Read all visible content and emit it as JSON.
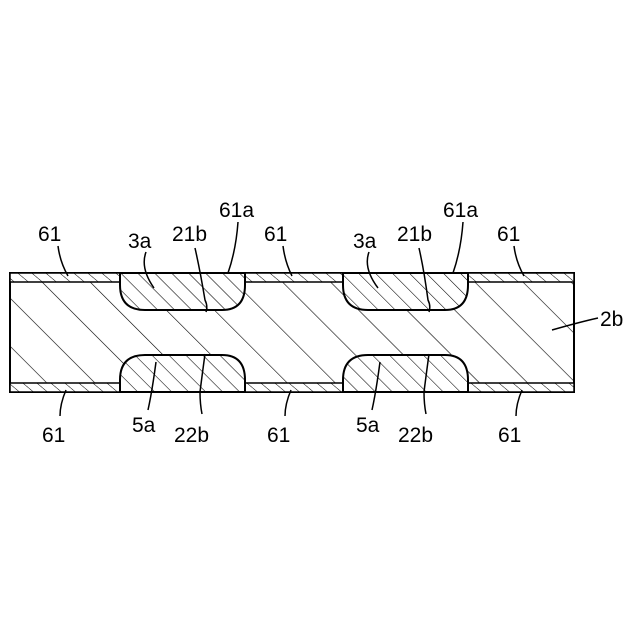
{
  "labels": {
    "top_61_a": "61",
    "top_3a_a": "3a",
    "top_21b_a": "21b",
    "top_61a_a": "61a",
    "top_61_b": "61",
    "top_3a_b": "3a",
    "top_21b_b": "21b",
    "top_61a_b": "61a",
    "top_61_c": "61",
    "side_2b": "2b",
    "bot_61_a": "61",
    "bot_5a_a": "5a",
    "bot_22b_a": "22b",
    "bot_61_b": "61",
    "bot_5a_b": "5a",
    "bot_22b_b": "22b",
    "bot_61_c": "61"
  }
}
